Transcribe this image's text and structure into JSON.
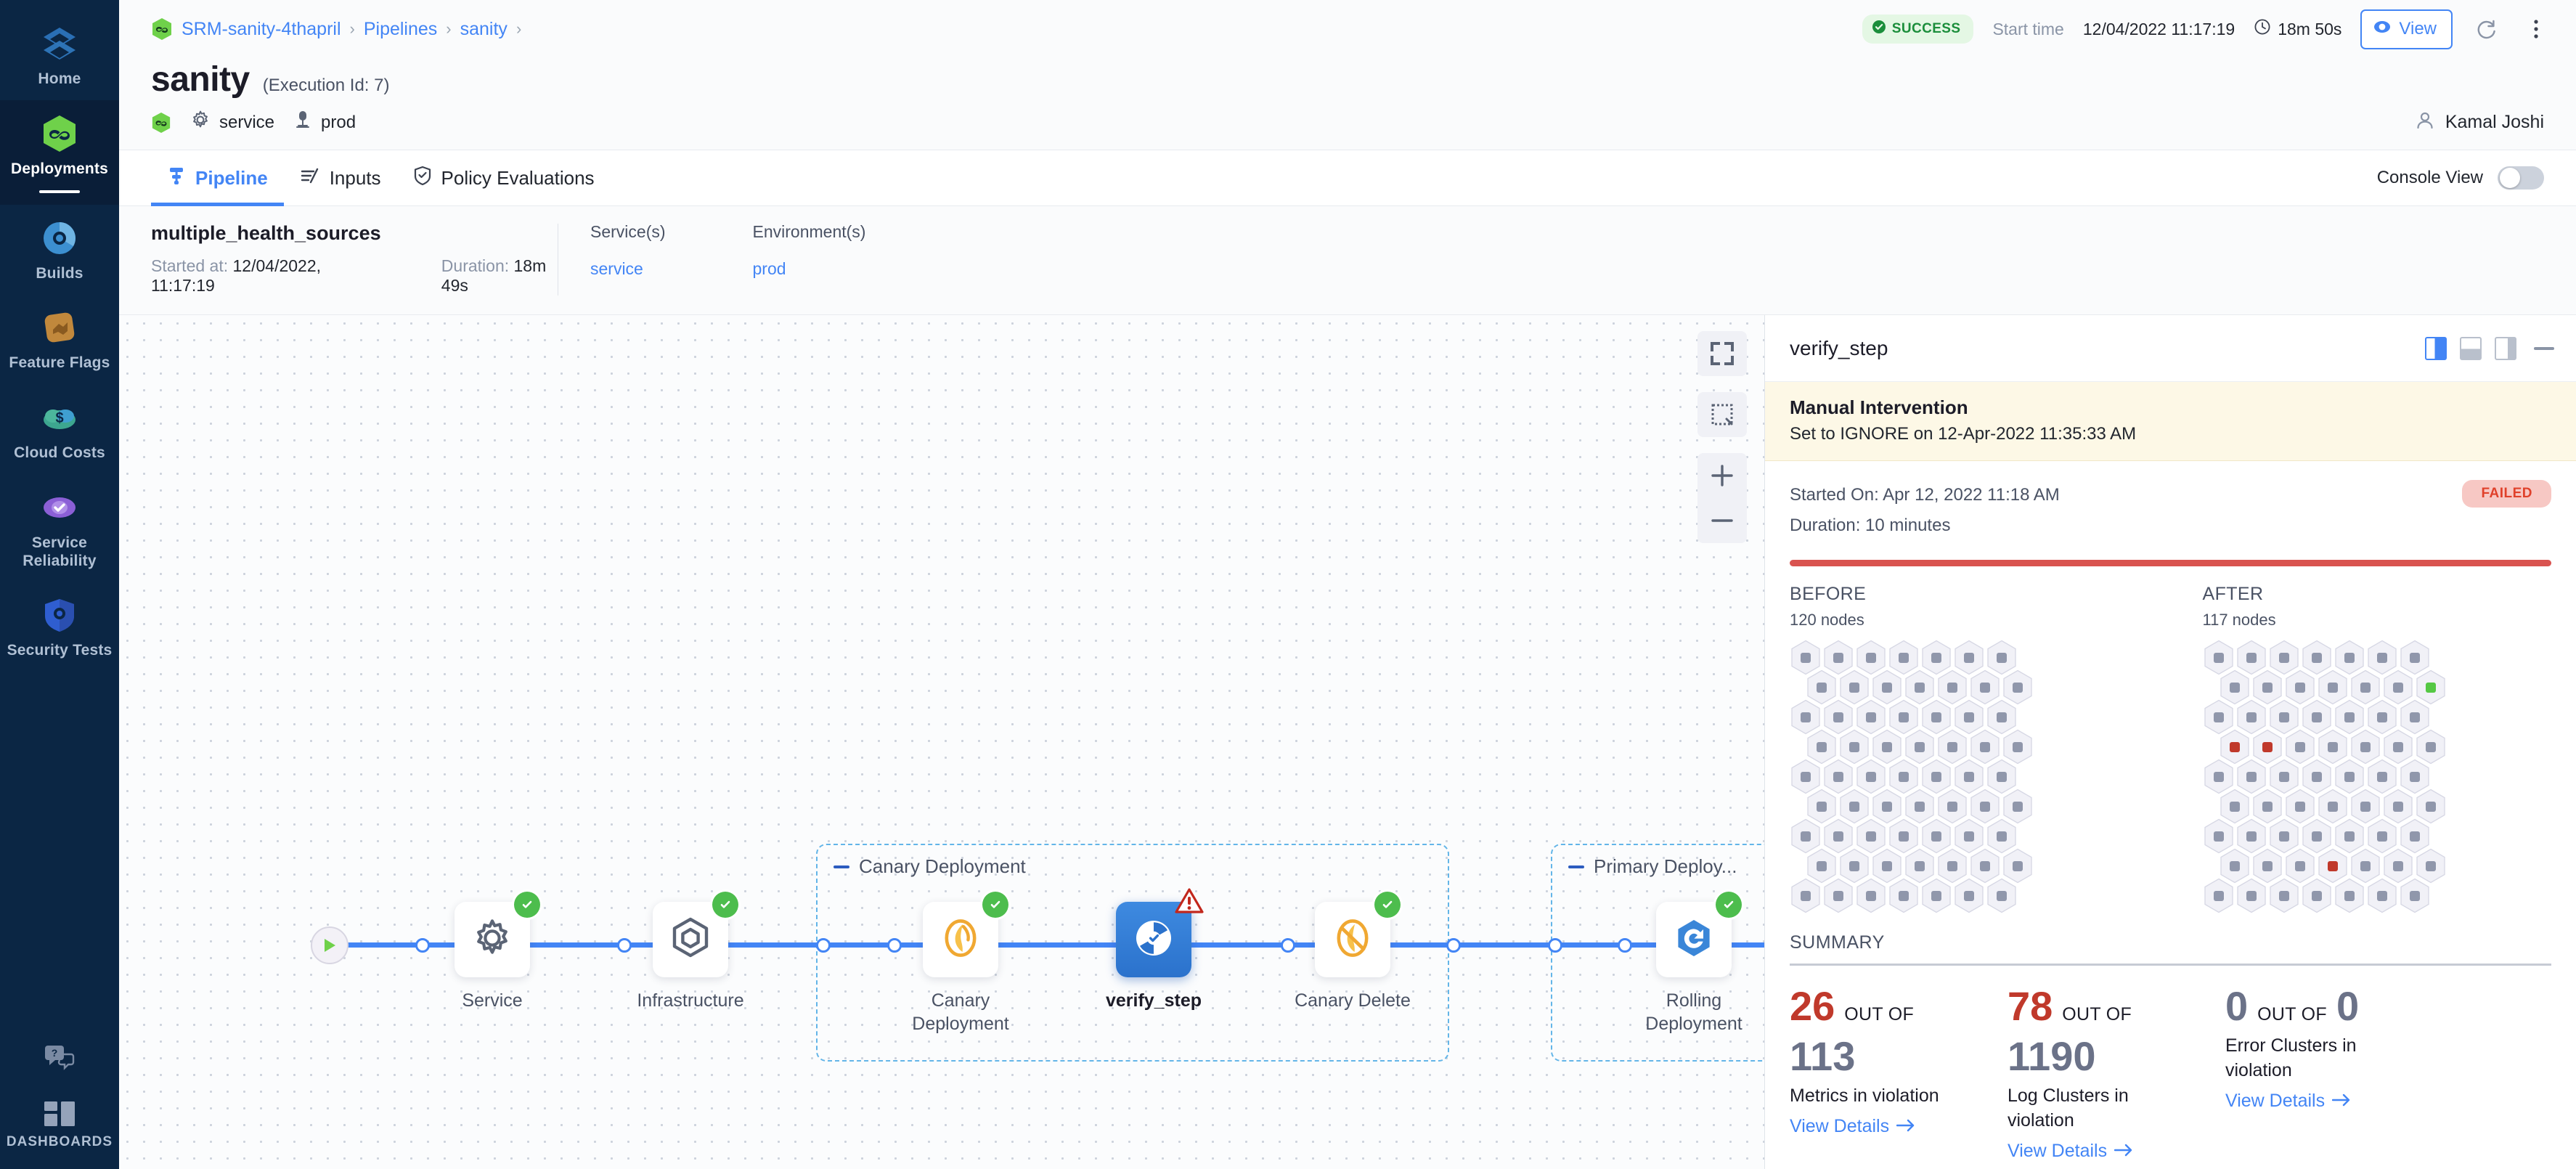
{
  "sidebar": {
    "items": [
      {
        "label": "Home",
        "icon": "home-logo-icon",
        "active": false
      },
      {
        "label": "Deployments",
        "icon": "deployments-icon",
        "active": true
      },
      {
        "label": "Builds",
        "icon": "builds-icon",
        "active": false
      },
      {
        "label": "Feature Flags",
        "icon": "feature-flags-icon",
        "active": false
      },
      {
        "label": "Cloud Costs",
        "icon": "cloud-costs-icon",
        "active": false
      },
      {
        "label": "Service Reliability",
        "icon": "service-reliability-icon",
        "active": false
      },
      {
        "label": "Security Tests",
        "icon": "security-tests-icon",
        "active": false
      }
    ],
    "help_icon": "help-chat-icon",
    "dashboards_label": "DASHBOARDS",
    "dashboards_icon": "dashboards-icon"
  },
  "header": {
    "breadcrumbs": [
      "SRM-sanity-4thapril",
      "Pipelines",
      "sanity"
    ],
    "status_badge": "SUCCESS",
    "start_time_label": "Start time",
    "start_time_value": "12/04/2022 11:17:19",
    "duration_value": "18m 50s",
    "view_button": "View",
    "refresh_icon": "refresh-icon",
    "more_icon": "more-vertical-icon"
  },
  "title": {
    "pipeline_name": "sanity",
    "execution_id": "(Execution Id: 7)",
    "service_chip": "service",
    "env_chip": "prod",
    "user_name": "Kamal Joshi",
    "user_icon": "user-avatar-icon"
  },
  "tabs": [
    {
      "label": "Pipeline",
      "icon": "pipeline-icon",
      "active": true
    },
    {
      "label": "Inputs",
      "icon": "inputs-icon",
      "active": false
    },
    {
      "label": "Policy Evaluations",
      "icon": "policy-shield-icon",
      "active": false
    }
  ],
  "console_view": {
    "label": "Console View",
    "enabled": false
  },
  "stage_summary": {
    "stage_name": "multiple_health_sources",
    "started_at_label": "Started at:",
    "started_at_value": "12/04/2022, 11:17:19",
    "duration_label": "Duration:",
    "duration_value": "18m 49s",
    "services_header": "Service(s)",
    "services_value": "service",
    "environments_header": "Environment(s)",
    "environments_value": "prod"
  },
  "canvas": {
    "zoom_tools": [
      {
        "name": "fit-screen-icon"
      },
      {
        "name": "select-region-icon"
      },
      {
        "name": "zoom-in-icon"
      },
      {
        "name": "zoom-out-icon"
      }
    ],
    "groups": [
      {
        "title": "Canary Deployment"
      },
      {
        "title": "Primary Deploy..."
      }
    ],
    "nodes": [
      {
        "label": "Service",
        "icon": "gear-icon",
        "status": "success",
        "selected": false
      },
      {
        "label": "Infrastructure",
        "icon": "infra-hexagon-icon",
        "status": "success",
        "selected": false
      },
      {
        "label": "Canary Deployment",
        "icon": "canary-bird-icon",
        "status": "success",
        "selected": false
      },
      {
        "label": "verify_step",
        "icon": "verify-icon",
        "status": "warning",
        "selected": true
      },
      {
        "label": "Canary Delete",
        "icon": "canary-delete-icon",
        "status": "success",
        "selected": false
      },
      {
        "label": "Rolling Deployment",
        "icon": "rolling-deploy-icon",
        "status": "success",
        "selected": false
      }
    ]
  },
  "detail_panel": {
    "title": "verify_step",
    "layout_icons": [
      "panel-right-icon",
      "panel-bottom-icon",
      "panel-narrow-icon",
      "minimize-icon"
    ],
    "banner": {
      "title": "Manual Intervention",
      "subtitle": "Set to IGNORE on 12-Apr-2022 11:35:33 AM"
    },
    "started_on": "Started On: Apr 12, 2022 11:18 AM",
    "duration": "Duration: 10 minutes",
    "status_badge": "FAILED",
    "before": {
      "header": "BEFORE",
      "nodes": "120 nodes"
    },
    "after": {
      "header": "AFTER",
      "nodes": "117 nodes"
    },
    "summary_header": "SUMMARY",
    "out_of_label": "OUT OF",
    "view_details_label": "View Details",
    "cards": [
      {
        "value": "26",
        "total": "113",
        "description": "Metrics in violation",
        "value_color": "#c0392b"
      },
      {
        "value": "78",
        "total": "1190",
        "description": "Log Clusters in violation",
        "value_color": "#c0392b"
      },
      {
        "value": "0",
        "total": "0",
        "description": "Error Clusters in violation",
        "value_color": "#6b7288"
      }
    ]
  }
}
